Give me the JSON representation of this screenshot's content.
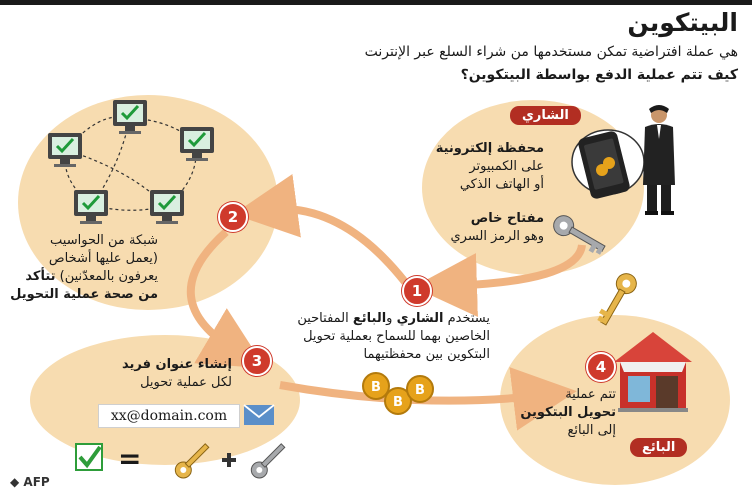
{
  "header": {
    "title": "البيتكوين",
    "subtitle": "هي عملة افتراضية تمكن مستخدمها من شراء السلع عبر الإنترنت",
    "question": "كيف تتم عملية الدفع بواسطة البيتكوين؟"
  },
  "buyer": {
    "badge": "الشاري",
    "wallet_title": "محفظة إلكترونية",
    "wallet_line1": "على الكمبيوتر",
    "wallet_line2": "أو الهاتف الذكي",
    "key_title": "مفتاح خاص",
    "key_line": "وهو الرمز السري"
  },
  "network": {
    "line1": "شبكة من الحواسيب",
    "line2": "(يعمل عليها أشخاص",
    "line3_normal": "يعرفون بالمعدّنين) ",
    "line3_bold": "تتأكد",
    "line4": "من صحة عملية التحويل"
  },
  "step1": {
    "num": "1",
    "part1": "يستخدم ",
    "buyer": "الشاري",
    "part2": " و",
    "seller": "البائع",
    "part3": " المفتاحين",
    "line2": "الخاصين بهما للسماح بعملية تحويل",
    "line3": "البتكوين بين محفظتيهما"
  },
  "step2": {
    "num": "2"
  },
  "step3": {
    "num": "3",
    "title": "إنشاء عنوان فريد",
    "line": "لكل عملية تحويل",
    "email": "xx@domain.com",
    "equals": "="
  },
  "step4": {
    "num": "4",
    "line1": "تتم عملية",
    "line2": "تحويل البتكوين",
    "line3": "إلى البائع"
  },
  "seller": {
    "badge": "البائع"
  },
  "credit": "AFP",
  "colors": {
    "blob": "#f7dcb0",
    "arrow": "#f0b380",
    "badge": "#b22e22",
    "number": "#cf3a2c",
    "coin": "#e6a21b",
    "check": "#2e9d3a"
  }
}
